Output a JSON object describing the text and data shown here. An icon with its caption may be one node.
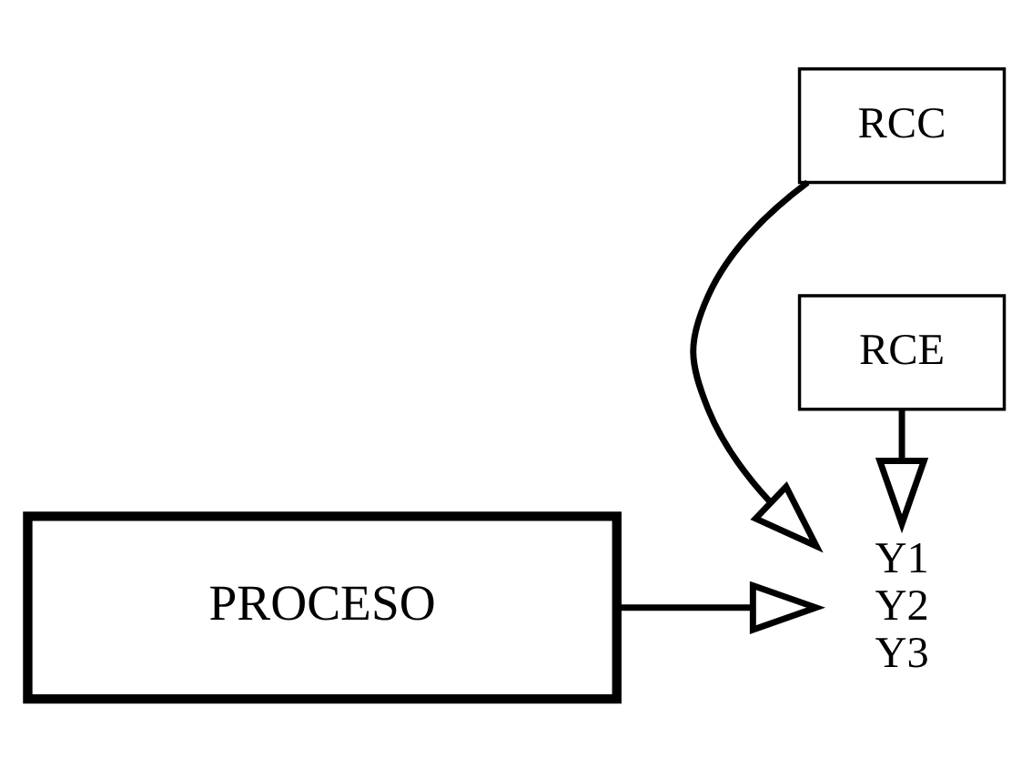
{
  "diagram": {
    "nodes": [
      {
        "text": [
          "PROCESO"
        ]
      },
      {
        "text": [
          "RCC"
        ]
      },
      {
        "text": [
          "Y1 Y2 Y3"
        ]
      },
      {
        "text": [
          "RCE"
        ]
      }
    ],
    "edges": [
      {
        "from": 0,
        "to": 2,
        "arrow": "to"
      },
      {
        "from": 1,
        "to": 2,
        "arrow": "to"
      },
      {
        "from": 3,
        "to": 2,
        "arrow": "to"
      }
    ]
  }
}
